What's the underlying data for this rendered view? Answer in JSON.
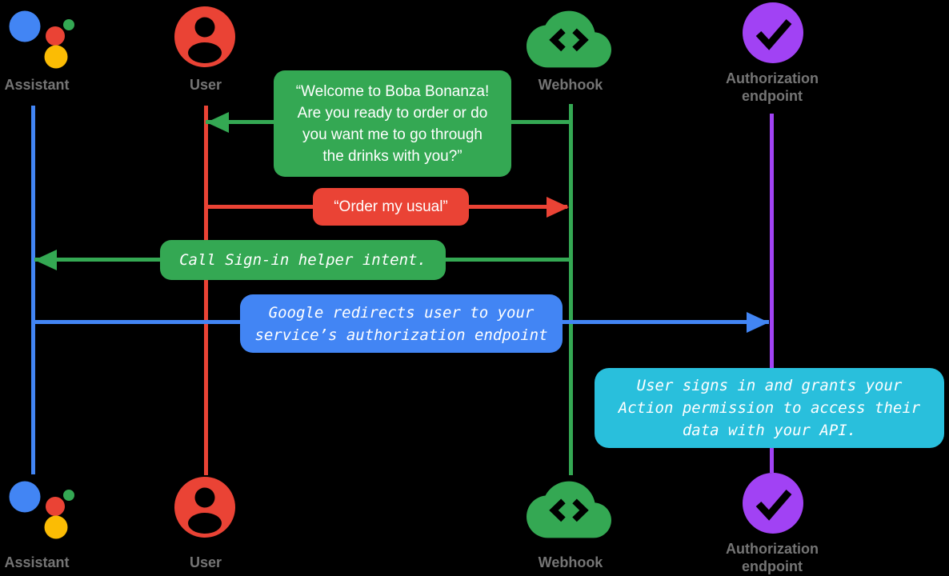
{
  "diagram": {
    "title": "Assistant sign-in sequence diagram",
    "background": "#000000",
    "actors": {
      "assistant": {
        "label": "Assistant",
        "color": "#4285F4",
        "icon": "google-assistant-logo"
      },
      "user": {
        "label": "User",
        "color": "#EA4335",
        "icon": "person-in-circle"
      },
      "webhook": {
        "label": "Webhook",
        "color": "#34A853",
        "icon": "cloud-with-code-brackets"
      },
      "auth": {
        "label": "Authorization\nendpoint",
        "color": "#A142F4",
        "icon": "check-circle"
      }
    },
    "icon_colors": {
      "assistant_blue": "#4285F4",
      "assistant_red": "#EA4335",
      "assistant_yellow": "#FBBC04",
      "assistant_green": "#34A853",
      "user_red": "#EA4335",
      "webhook_green": "#34A853",
      "auth_purple": "#A142F4",
      "cutout": "#000000"
    },
    "messages": {
      "welcome": {
        "from": "Webhook",
        "to": "User",
        "color": "#34A853",
        "text": "“Welcome to Boba Bonanza!\nAre you ready to order or do\nyou want me to go through\nthe drinks with you?”"
      },
      "order": {
        "from": "User",
        "to": "Webhook",
        "color": "#EA4335",
        "text": "“Order my usual”"
      },
      "signin": {
        "from": "Webhook",
        "to": "Assistant",
        "color": "#34A853",
        "text": "Call Sign-in helper intent."
      },
      "redirect": {
        "from": "Assistant",
        "to": "Authorization endpoint",
        "color": "#4285F4",
        "text": "Google redirects user to your\nservice’s authorization endpoint"
      },
      "grant": {
        "note_on": "Authorization endpoint",
        "color": "#29BFDC",
        "text": "User signs in and grants your\nAction permission to access their\ndata with your API."
      }
    }
  }
}
